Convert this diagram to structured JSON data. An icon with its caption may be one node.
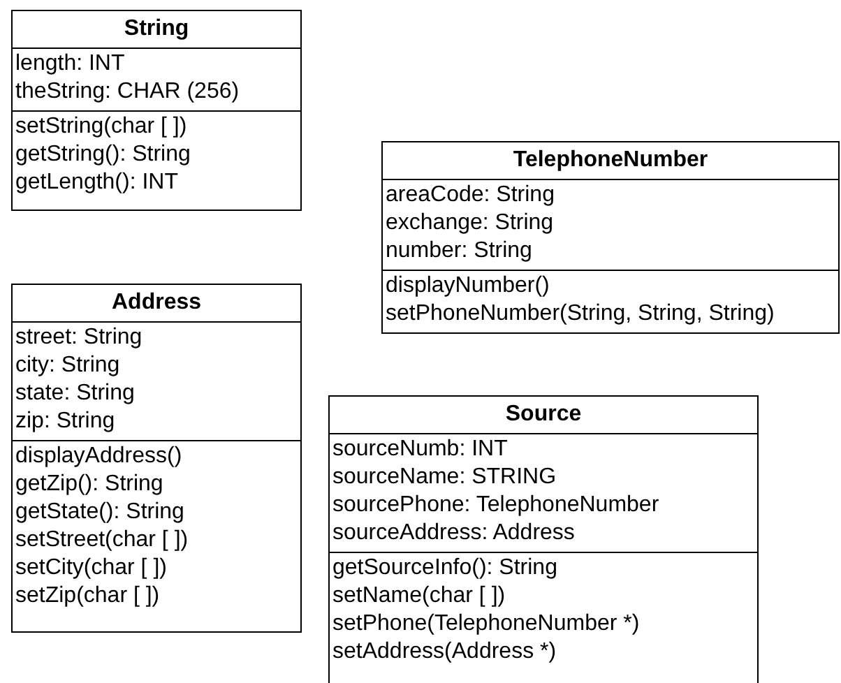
{
  "diagram": {
    "nodes": [
      {
        "text": [
          "String"
        ]
      },
      {
        "text": [
          "length: INT",
          "theString: CHAR (256)"
        ],
        "in": 0
      },
      {
        "text": [
          "setString(char [ ])",
          "getString(): String",
          "getLength(): INT"
        ],
        "in": 0
      },
      {
        "text": [
          "TelephoneNumber"
        ]
      },
      {
        "text": [
          "areaCode: String",
          "exchange: String",
          "number: String"
        ],
        "in": 3
      },
      {
        "text": [
          "displayNumber()",
          "setPhoneNumber(String, String, String)"
        ],
        "in": 3
      },
      {
        "text": [
          "Address"
        ]
      },
      {
        "text": [
          "street: String",
          "city: String",
          "state: String",
          "zip: String"
        ],
        "in": 6
      },
      {
        "text": [
          "displayAddress()",
          "getZip(): String",
          "getState(): String",
          "setStreet(char [ ])",
          "setCity(char [ ])",
          "setZip(char [ ])"
        ],
        "in": 6
      },
      {
        "text": [
          "Source"
        ]
      },
      {
        "text": [
          "sourceNumb: INT",
          "sourceName: STRING",
          "sourcePhone: TelephoneNumber",
          "sourceAddress: Address"
        ],
        "in": 9
      },
      {
        "text": [
          "getSourceInfo(): String",
          "setName(char [ ])",
          "setPhone(TelephoneNumber *)",
          "setAddress(Address *)"
        ],
        "in": 9
      }
    ]
  }
}
